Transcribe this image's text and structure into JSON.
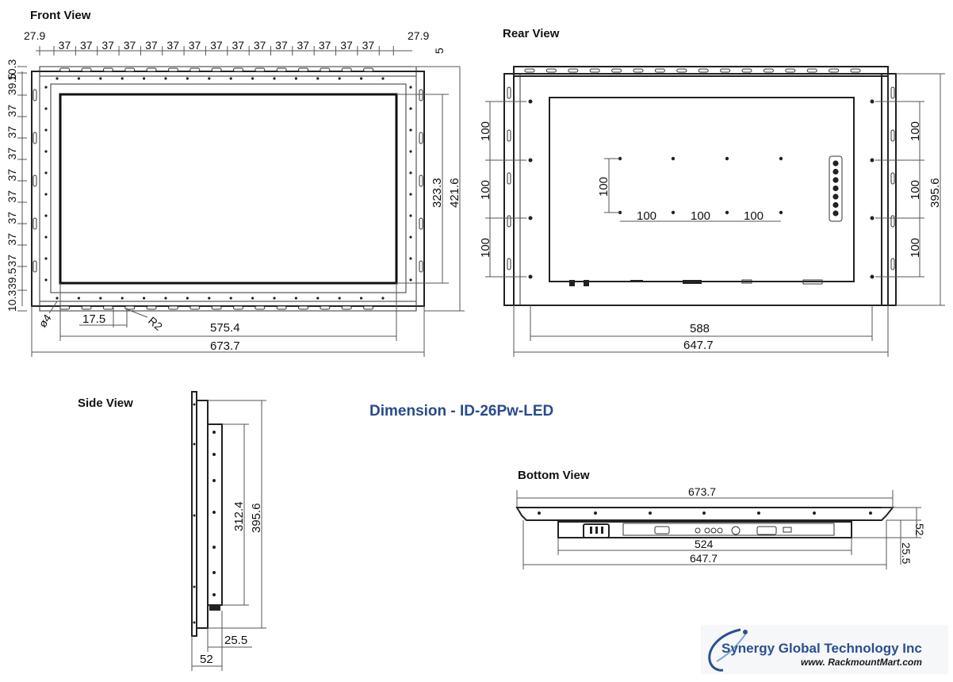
{
  "title": "Dimension  -  ID-26Pw-LED",
  "views": {
    "front": {
      "label": "Front View",
      "top_pitch": [
        "27.9",
        "37",
        "37",
        "37",
        "37",
        "37",
        "37",
        "37",
        "37",
        "37",
        "37",
        "37",
        "37",
        "37",
        "37",
        "37",
        "27.9"
      ],
      "side_pitch": [
        "10.3",
        "39.5",
        "37",
        "37",
        "37",
        "37",
        "37",
        "37",
        "37",
        "37",
        "39.5",
        "10.3"
      ],
      "dims": {
        "top_small": "5",
        "display_height": "323.3",
        "overall_height": "421.6",
        "hole_dia": "ø4",
        "slot_width": "17.5",
        "radius": "R2",
        "display_width": "575.4",
        "overall_width": "673.7"
      }
    },
    "rear": {
      "label": "Rear View",
      "dims": {
        "left_pitch": [
          "100",
          "100",
          "100"
        ],
        "right_pitch": [
          "100",
          "100",
          "100"
        ],
        "right_height": "395.6",
        "vesa_v": "100",
        "vesa_h": [
          "100",
          "100",
          "100"
        ],
        "inner_width": "588",
        "outer_width": "647.7"
      }
    },
    "side": {
      "label": "Side View",
      "dims": {
        "inner_height": "312.4",
        "outer_height": "395.6",
        "depth_inner": "25.5",
        "depth_outer": "52"
      }
    },
    "bottom": {
      "label": "Bottom View",
      "dims": {
        "top_width": "673.7",
        "inner_width": "524",
        "outer_width": "647.7",
        "depth_outer": "52",
        "depth_inner": "25.5"
      }
    }
  },
  "company": {
    "name": "Synergy Global Technology Inc",
    "url": "www. RackmountMart.com"
  },
  "icons": {
    "logo": "orbit-swoosh-logo"
  },
  "colors": {
    "title": "#2a4a8f",
    "company": "#2c4f90",
    "line": "#333333"
  }
}
